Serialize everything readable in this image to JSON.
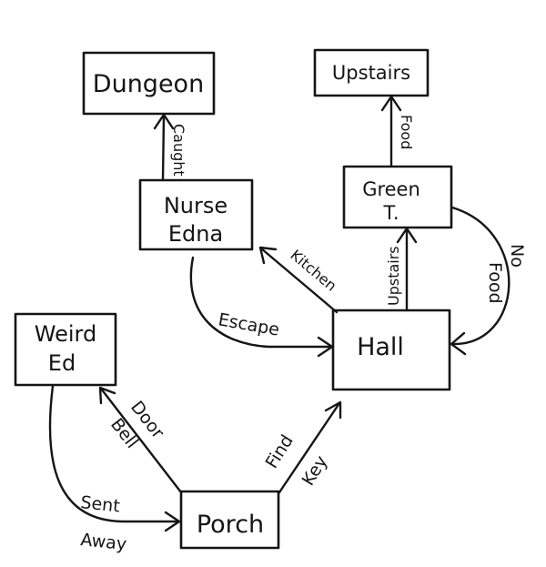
{
  "nodes": {
    "dungeon": {
      "lines": [
        "Dungeon"
      ]
    },
    "upstairs": {
      "lines": [
        "Upstairs"
      ]
    },
    "nurse_edna": {
      "lines": [
        "Nurse",
        "Edna"
      ]
    },
    "green_t": {
      "lines": [
        "Green",
        "T."
      ]
    },
    "hall": {
      "lines": [
        "Hall"
      ]
    },
    "weird_ed": {
      "lines": [
        "Weird",
        "Ed"
      ]
    },
    "porch": {
      "lines": [
        "Porch"
      ]
    }
  },
  "edges": {
    "caught": {
      "label": "Caught"
    },
    "food": {
      "label": "Food"
    },
    "kitchen": {
      "label": "Kitchen"
    },
    "upstairs": {
      "label": "Upstairs"
    },
    "no_food": {
      "label": "No Food",
      "lines": [
        "No",
        "Food"
      ]
    },
    "escape": {
      "label": "Escape"
    },
    "door_bell": {
      "label": "Door Bell",
      "lines": [
        "Door",
        "Bell"
      ]
    },
    "find_key": {
      "label": "Find Key",
      "lines": [
        "Find",
        "Key"
      ]
    },
    "sent_away": {
      "label": "Sent Away",
      "lines": [
        "Sent",
        "Away"
      ]
    }
  }
}
